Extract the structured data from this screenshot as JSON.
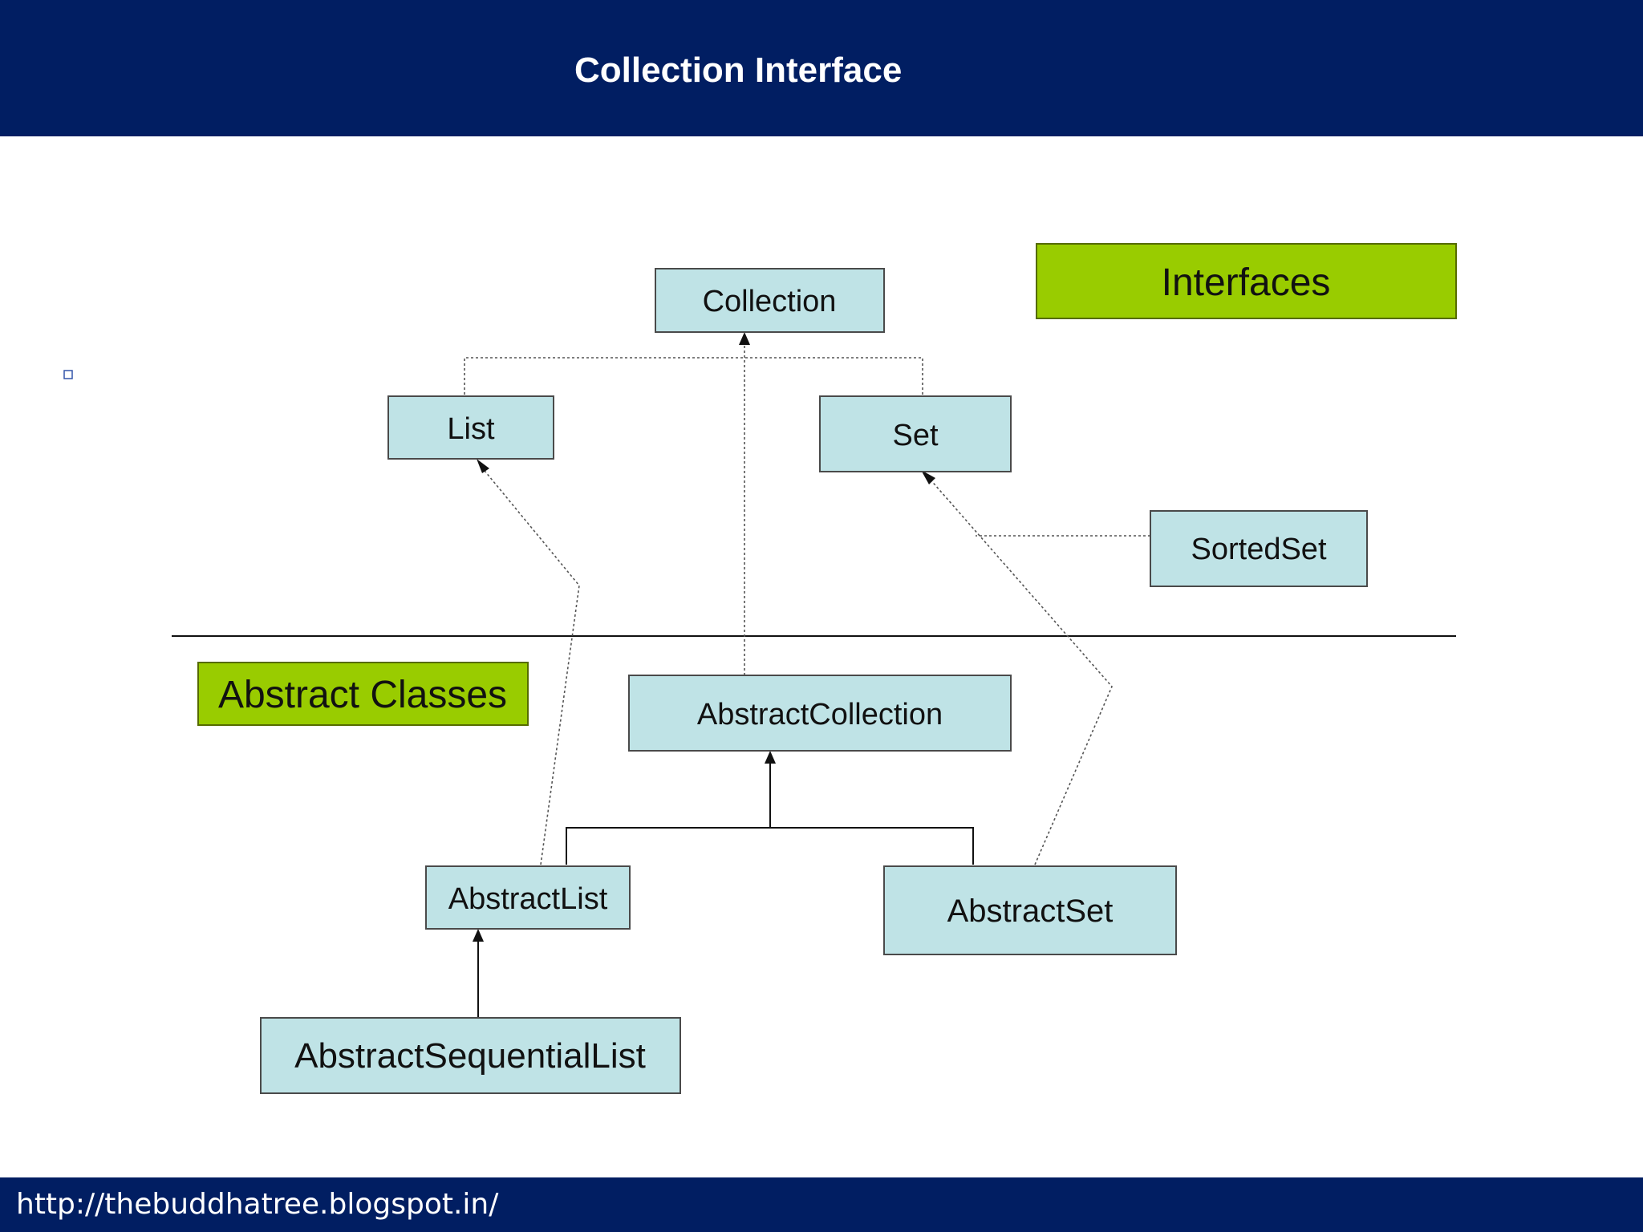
{
  "header": {
    "title": "Collection Interface"
  },
  "footer": {
    "url": "http://thebuddhatree.blogspot.in/"
  },
  "diagram": {
    "legend": {
      "interfaces": "Interfaces",
      "abstract_classes": "Abstract Classes"
    },
    "nodes": {
      "collection": "Collection",
      "list": "List",
      "set": "Set",
      "sorted_set": "SortedSet",
      "abstract_collection": "AbstractCollection",
      "abstract_list": "AbstractList",
      "abstract_set": "AbstractSet",
      "abstract_sequential_list": "AbstractSequentialList"
    },
    "edges": [
      {
        "from": "list",
        "to": "collection",
        "style": "dotted"
      },
      {
        "from": "set",
        "to": "collection",
        "style": "dotted"
      },
      {
        "from": "sorted_set",
        "to": "set",
        "style": "dotted"
      },
      {
        "from": "abstract_collection",
        "to": "collection",
        "style": "dotted"
      },
      {
        "from": "abstract_list",
        "to": "list",
        "style": "dotted"
      },
      {
        "from": "abstract_set",
        "to": "set",
        "style": "dotted"
      },
      {
        "from": "abstract_list",
        "to": "abstract_collection",
        "style": "solid"
      },
      {
        "from": "abstract_set",
        "to": "abstract_collection",
        "style": "solid"
      },
      {
        "from": "abstract_sequential_list",
        "to": "abstract_list",
        "style": "solid"
      }
    ],
    "colors": {
      "header_background": "#011e62",
      "node_fill": "#bfe3e6",
      "legend_fill": "#99cc00"
    }
  }
}
